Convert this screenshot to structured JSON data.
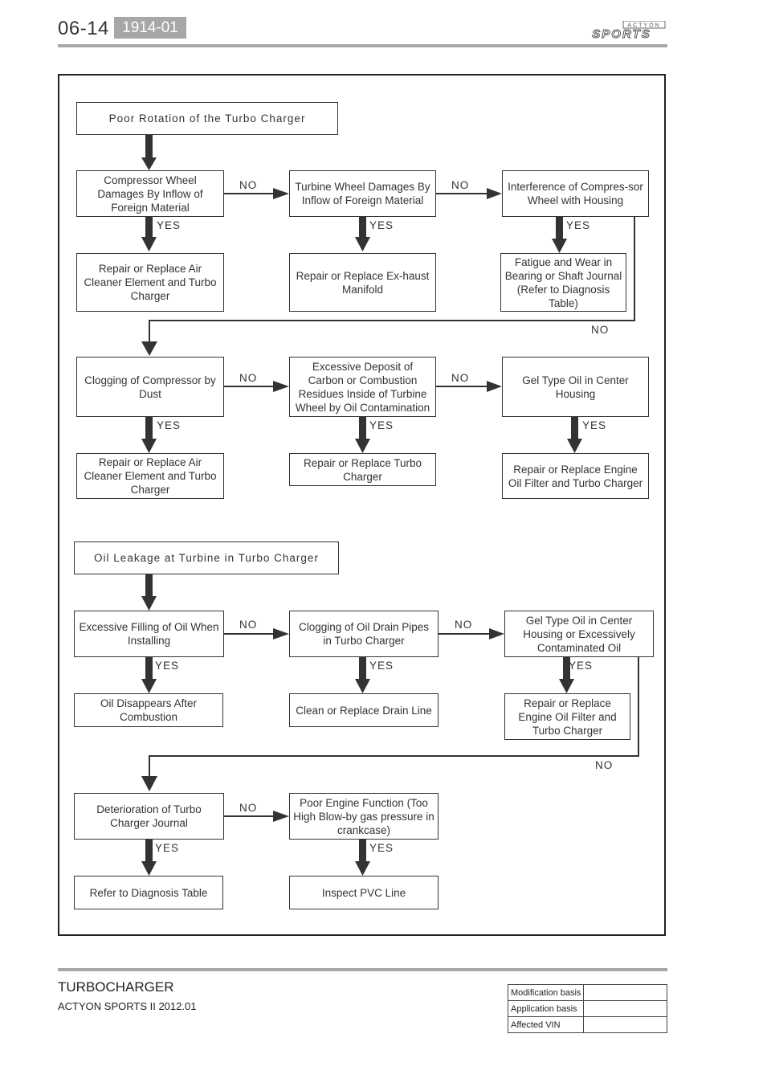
{
  "header": {
    "page_number": "06-14",
    "section_code": "1914-01",
    "logo_text": "ACTYON SPORTS"
  },
  "flow1": {
    "title": "Poor  Rotation   of  the  Turbo  Charger",
    "boxes": {
      "c1": "Compressor  Wheel Damages By Inflow of Foreign  Material",
      "c2": "Turbine  Wheel  Damages By  Inflow  of  Foreign Material",
      "c3": "Interference of Compres-sor  Wheel  with  Housing",
      "r1": "Repair or Replace Air Cleaner Element and Turbo Charger",
      "r2": "Repair  or  Replace  Ex-haust  Manifold",
      "r3": "Fatigue  and  Wear  in Bearing  or  Shaft Journal  (Refer  to Diagnosis  Table)",
      "c4": "Clogging of Compressor by  Dust",
      "c5": "Excessive  Deposit  of Carbon  or  Combustion Residues Inside of Turbine Wheel  by  Oil  Contamination",
      "c6": "Gel  Type  Oil  in  Center Housing",
      "r4": "Repair or Replace Air Cleaner Element and Turbo Charger",
      "r5": "Repair or Replace Turbo Charger",
      "r6": "Repair or Replace Engine Oil  Filter  and  Turbo Charger"
    }
  },
  "flow2": {
    "title": "Oil  Leakage  at  Turbine  in  Turbo  Charger",
    "boxes": {
      "c1": "Excessive  Filling  of  Oil When  Installing",
      "c2": "Clogging  of  Oil  Drain Pipes in Turbo Charger",
      "c3": "Gel  Type  Oil  in  Center Housing  or  Excessively Contaminated  Oil",
      "r1": "Oil  Disappears  After Combustion",
      "r2": "Clean  or  Replace  Drain Line",
      "r3": "Repair  or  Replace Engine  Oil  Filter  and Turbo Charger",
      "c4": "Deterioration  of  Turbo Charger  Journal",
      "c5": "Poor  Engine  Function (Too  High  Blow-by  gas pressure  in  crankcase)",
      "r4": "Refer  to  Diagnosis  Table",
      "r5": "Inspect  PVC  Line"
    }
  },
  "labels": {
    "yes": "YES",
    "no": "NO"
  },
  "footer": {
    "title": "TURBOCHARGER",
    "subtitle": "ACTYON SPORTS II 2012.01",
    "revision_table": [
      {
        "label": "Modification basis",
        "value": ""
      },
      {
        "label": "Application basis",
        "value": ""
      },
      {
        "label": "Affected VIN",
        "value": ""
      }
    ]
  },
  "colors": {
    "header_badge": "#a7a7a7",
    "rule": "#a7a7a7",
    "line": "#333333"
  }
}
